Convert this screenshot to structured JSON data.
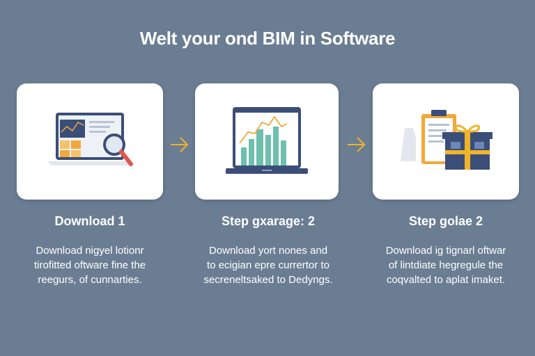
{
  "page": {
    "title": "Welt your ond BIM in Software"
  },
  "steps": [
    {
      "title": "Download 1",
      "description": [
        "Download nigyel lotionr",
        "tirofitted oftware fine the",
        "reegurs, of cunnarties."
      ],
      "icon": "laptop-magnifier-icon"
    },
    {
      "title": "Step gxarage: 2",
      "description": [
        "Download yort nones and",
        "to ecigian epre currertor to",
        "secreneltsaked to Dedyngs."
      ],
      "icon": "laptop-chart-icon"
    },
    {
      "title": "Step golae 2",
      "description": [
        "Download ig tignarl oftwar",
        "of lintdiate hegregule the",
        "coqvalted to aplat imaket."
      ],
      "icon": "clipboard-gift-icon"
    }
  ],
  "connectors": [
    "arrow-right-icon",
    "arrow-right-icon"
  ],
  "colors": {
    "background": "#6b7d92",
    "card": "#ffffff",
    "accent_orange": "#f2a83a",
    "arrow_gold": "#f0b429",
    "navy": "#3b4e78",
    "teal": "#6fbfae"
  }
}
